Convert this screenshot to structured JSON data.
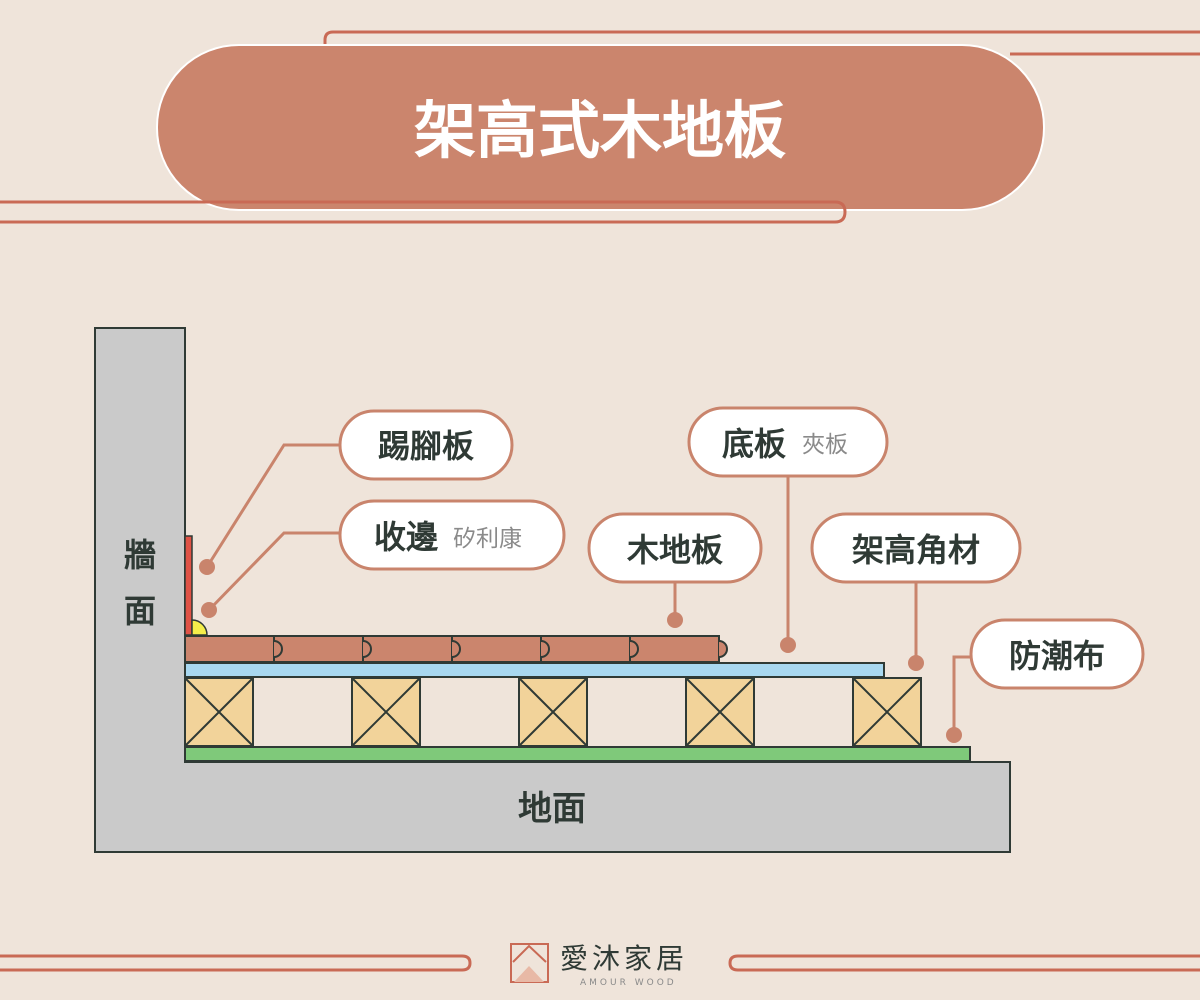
{
  "title": "架高式木地板",
  "labels": {
    "wall": "牆面",
    "ground": "地面",
    "baseboard": "踢腳板",
    "edge_trim": "收邊",
    "edge_trim_sub": "矽利康",
    "wood_floor": "木地板",
    "subfloor": "底板",
    "subfloor_sub": "夾板",
    "joist": "架高角材",
    "moisture_barrier": "防潮布"
  },
  "brand": {
    "name": "愛沐家居",
    "sub": "AMOUR WOOD"
  },
  "colors": {
    "background": "#efe4da",
    "accent": "#c9846c",
    "accent_dark": "#c96a55",
    "wall": "#cacaca",
    "wood_plank": "#cb856d",
    "subfloor": "#a8d8f0",
    "joist": "#f2d39a",
    "moisture_barrier": "#7fc97a",
    "baseboard": "#e05245",
    "sealant": "#f4ee4a",
    "outline": "#2f3a35",
    "text_dark": "#2f3a35",
    "text_grey": "#8a8a8a"
  }
}
